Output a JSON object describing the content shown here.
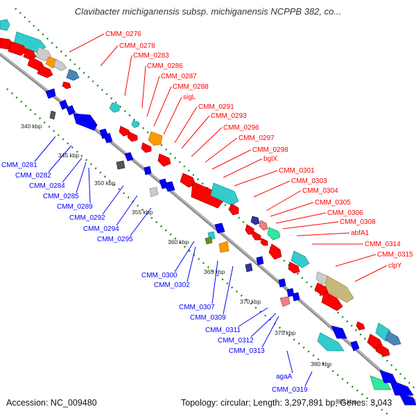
{
  "title": "Clavibacter michiganensis subsp. michiganensis NCPPB 382, co...",
  "footer": {
    "accession": "Accession: NC_009480",
    "stats": "Topology: circular; Length: 3,297,891 bp; Genes: 3,043"
  },
  "colors": {
    "forward": "#ff0000",
    "reverse": "#0000ff",
    "backbone": "#909090",
    "gc_dots": "#1a8a1a",
    "cyan": "#33cccc",
    "orange": "#ff9900",
    "khaki": "#c8b87a",
    "mint": "#33e6a0",
    "grey": "#cccccc",
    "navy": "#333399",
    "pink": "#f08080",
    "steel": "#4a86b8",
    "dark": "#555555"
  },
  "ruler": [
    "340 kbp",
    "345 kbp",
    "350 kbp",
    "355 kbp",
    "360 kbp",
    "365 kbp",
    "370 kbp",
    "375 kbp",
    "380 kbp",
    "385 kbp"
  ],
  "forward_labels": [
    "CMM_0276",
    "CMM_0278",
    "CMM_0283",
    "CMM_0286",
    "CMM_0287",
    "CMM_0288",
    "sigL",
    "CMM_0291",
    "CMM_0293",
    "CMM_0296",
    "CMM_0297",
    "CMM_0298",
    "bglX",
    "CMM_0301",
    "CMM_0303",
    "CMM_0304",
    "CMM_0305",
    "CMM_0306",
    "CMM_0308",
    "abfA1",
    "CMM_0314",
    "CMM_0315",
    "clpY"
  ],
  "reverse_labels": [
    "CMM_0281",
    "CMM_0282",
    "CMM_0284",
    "CMM_0285",
    "CMM_0289",
    "CMM_0292",
    "CMM_0294",
    "CMM_0295",
    "CMM_0300",
    "CMM_0302",
    "CMM_0307",
    "CMM_0309",
    "CMM_0311",
    "CMM_0312",
    "CMM_0313",
    "agaA",
    "CMM_0319"
  ]
}
